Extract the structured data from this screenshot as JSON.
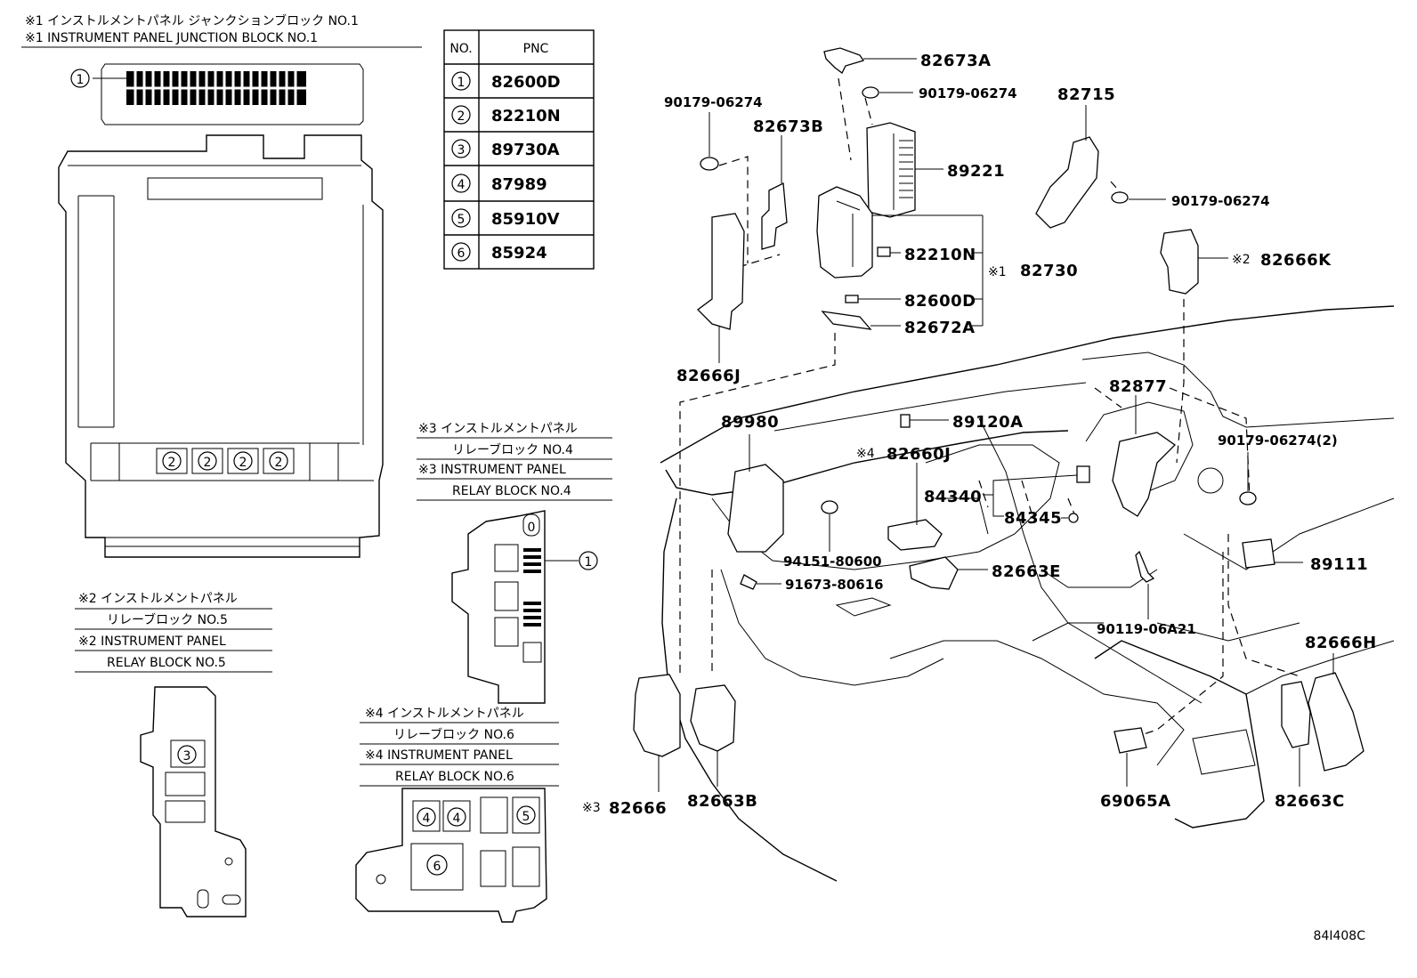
{
  "headers": {
    "jb1_jp": "※1 インストルメントパネル ジャンクションブロック NO.1",
    "jb1_en": "※1 INSTRUMENT PANEL JUNCTION BLOCK NO.1",
    "rb5_jp_a": "※2 インストルメントパネル",
    "rb5_jp_b": "リレーブロック NO.5",
    "rb5_en_a": "※2 INSTRUMENT PANEL",
    "rb5_en_b": "RELAY BLOCK NO.5",
    "rb4_jp_a": "※3 インストルメントパネル",
    "rb4_jp_b": "リレーブロック NO.4",
    "rb4_en_a": "※3 INSTRUMENT PANEL",
    "rb4_en_b": "RELAY BLOCK NO.4",
    "rb6_jp_a": "※4 インストルメントパネル",
    "rb6_jp_b": "リレーブロック NO.6",
    "rb6_en_a": "※4 INSTRUMENT PANEL",
    "rb6_en_b": "RELAY BLOCK NO.6"
  },
  "table": {
    "col_no": "NO.",
    "col_pnc": "PNC",
    "rows": [
      {
        "no": "1",
        "pnc": "82600D"
      },
      {
        "no": "2",
        "pnc": "82210N"
      },
      {
        "no": "3",
        "pnc": "89730A"
      },
      {
        "no": "4",
        "pnc": "87989"
      },
      {
        "no": "5",
        "pnc": "85910V"
      },
      {
        "no": "6",
        "pnc": "85924"
      }
    ]
  },
  "callouts": {
    "c1": "1",
    "c2": "2",
    "c3": "3",
    "c4": "4",
    "c5": "5",
    "c6": "6",
    "c0": "0"
  },
  "parts": {
    "p82673A": "82673A",
    "p90179_a": "90179-06274",
    "p90179_b": "90179-06274",
    "p90179_c": "90179-06274",
    "p90179_d": "90179-06274(2)",
    "p82715": "82715",
    "p82673B": "82673B",
    "p89221": "89221",
    "p82210N": "82210N",
    "p82730": "82730",
    "p82730_mark": "※1",
    "p82600D": "82600D",
    "p82672A": "82672A",
    "p82666K": "82666K",
    "p82666K_mark": "※2",
    "p82666J": "82666J",
    "p82877": "82877",
    "p89980": "89980",
    "p89120A": "89120A",
    "p82660J": "82660J",
    "p82660J_mark": "※4",
    "p84340": "84340",
    "p84345": "84345",
    "p94151": "94151-80600",
    "p91673": "91673-80616",
    "p82663E": "82663E",
    "p89111": "89111",
    "p90119": "90119-06A21",
    "p82666H": "82666H",
    "p82666": "82666",
    "p82666_mark": "※3",
    "p82663B": "82663B",
    "p69065A": "69065A",
    "p82663C": "82663C"
  },
  "figure_code": "84I408C"
}
